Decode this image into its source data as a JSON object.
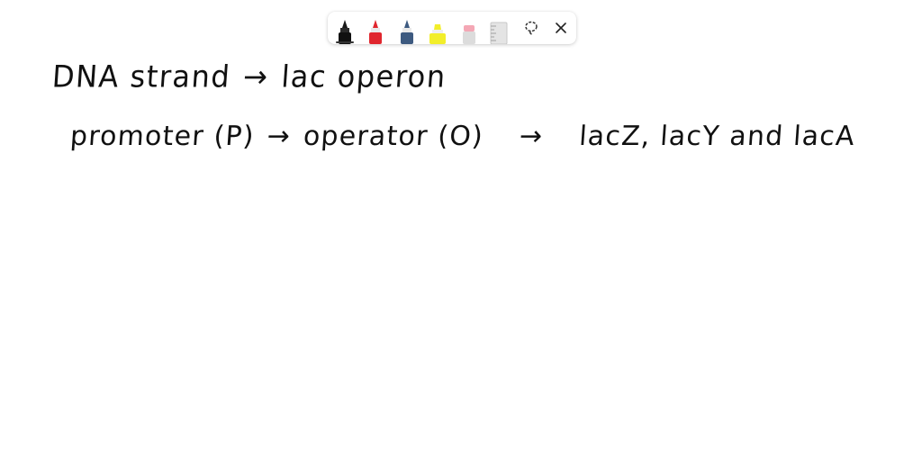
{
  "toolbar": {
    "tools": [
      {
        "icon": "black-pen-icon",
        "color": "#1a1a1a",
        "selected": true
      },
      {
        "icon": "red-pen-icon",
        "color": "#e0262e",
        "selected": false
      },
      {
        "icon": "blue-pen-icon",
        "color": "#3d5a80",
        "selected": false
      },
      {
        "icon": "highlighter-icon",
        "color": "#f2ee2a",
        "selected": false
      },
      {
        "icon": "eraser-icon",
        "color": "#f4a7b5",
        "selected": false
      },
      {
        "icon": "ruler-icon",
        "color": "#d8d8d8",
        "selected": false
      }
    ],
    "lasso_icon": "lasso-select-icon",
    "close_icon": "close-icon"
  },
  "notes": {
    "line1": {
      "part1": "DNA strand",
      "arrow1": "→",
      "part2": "lac operon"
    },
    "line2": {
      "part1": "promoter (P)",
      "arrow1": "→",
      "part2": "operator (O)",
      "arrow2": "→",
      "part3": "lacZ, lacY and lacA"
    }
  }
}
